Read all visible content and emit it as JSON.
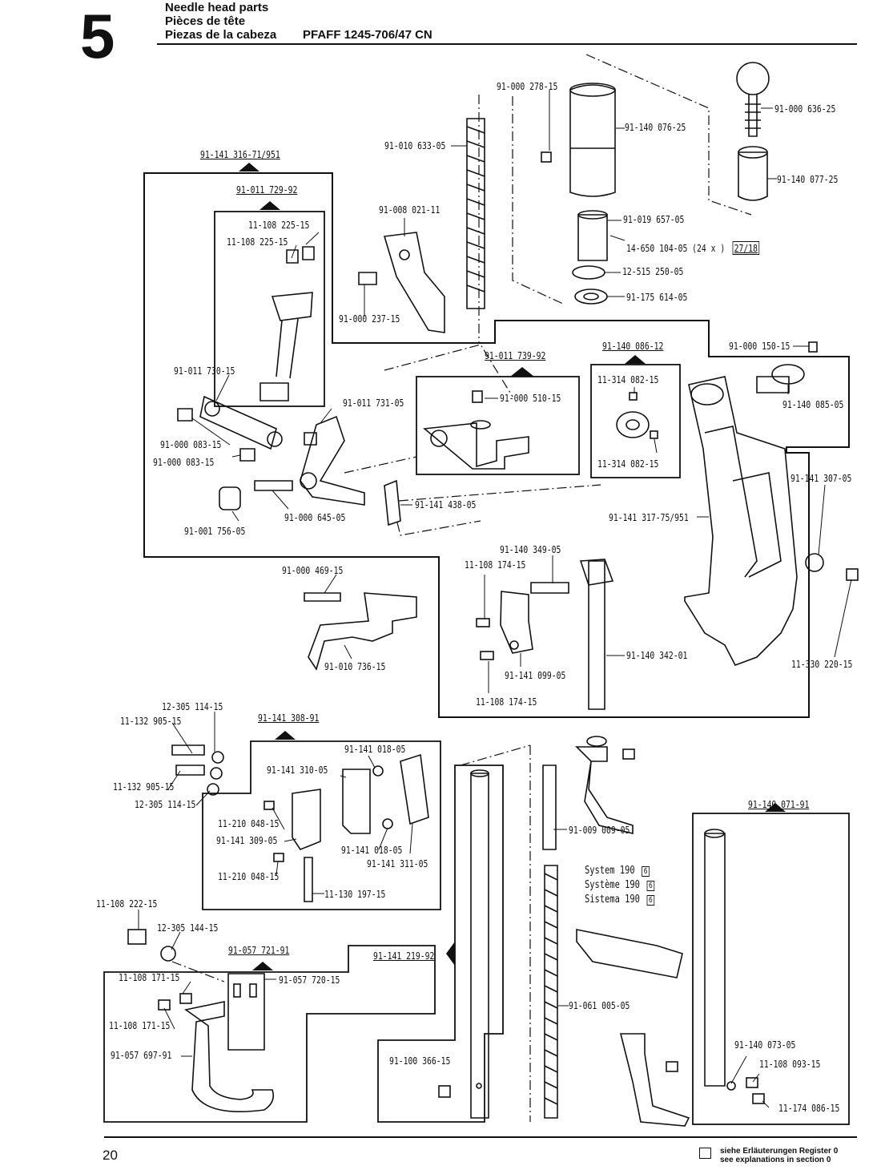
{
  "header": {
    "section_number": "5",
    "title_en": "Needle head parts",
    "title_fr": "Pièces de tête",
    "title_es": "Piezas de la cabeza",
    "model": "PFAFF 1245-706/47 CN"
  },
  "footer": {
    "page_number": "20",
    "note_de": "siehe Erläuterungen Register 0",
    "note_en": "see explanations in section 0"
  },
  "groups": {
    "g1": "91-141 316-71/951",
    "g2": "91-011 729-92",
    "g3": "91-011 739-92",
    "g4": "91-140 086-12",
    "g5": "91-141 308-91",
    "g6": "91-057 721-91",
    "g7": "91-141 219-92",
    "g8": "91-140 071-91"
  },
  "system_note": {
    "lines": [
      {
        "word": "System",
        "num": "190",
        "badge": "6"
      },
      {
        "word": "Système",
        "num": "190",
        "badge": "6"
      },
      {
        "word": "Sistema",
        "num": "190",
        "badge": "6"
      }
    ]
  },
  "parts": {
    "p01": "91-000 278-15",
    "p02": "91-140 076-25",
    "p03": "91-000 636-25",
    "p04": "91-010 633-05",
    "p05": "91-140 077-25",
    "p06": "91-008 021-11",
    "p07": "91-019 657-05",
    "p08": "14-650 104-05 (24 x )",
    "p08_ref": "27/18",
    "p09": "12-515 250-05",
    "p10": "91-175 614-05",
    "p11": "11-108 225-15",
    "p12": "11-108 225-15",
    "p13": "91-000 237-15",
    "p14": "91-000 150-15",
    "p15": "11-314 082-15",
    "p16": "91-140 085-05",
    "p17": "91-011 730-15",
    "p18": "91-000 510-15",
    "p19": "91-011 731-05",
    "p20": "91-000 083-15",
    "p21": "91-000 083-15",
    "p22": "11-314 082-15",
    "p23": "91-141 307-05",
    "p24": "91-141 438-05",
    "p25": "91-001 756-05",
    "p26": "91-000 645-05",
    "p27": "91-141 317-75/951",
    "p28": "91-140 349-05",
    "p29": "11-108 174-15",
    "p30": "91-000 469-15",
    "p31": "91-140 342-01",
    "p32": "91-141 099-05",
    "p33": "91-010 736-15",
    "p34": "11-108 174-15",
    "p35": "11-330 220-15",
    "p36": "12-305 114-15",
    "p37": "11-132 905-15",
    "p38": "91-141 018-05",
    "p39": "91-141 310-05",
    "p40": "11-132 905-15",
    "p41": "12-305 114-15",
    "p42": "11-210 048-15",
    "p43": "91-141 309-05",
    "p44": "91-141 018-05",
    "p45": "91-141 311-05",
    "p46": "11-210 048-15",
    "p47": "11-130 197-15",
    "p48": "91-009 009-05",
    "p49": "11-108 222-15",
    "p50": "12-305 144-15",
    "p51": "11-108 171-15",
    "p52": "91-057 720-15",
    "p53": "11-108 171-15",
    "p54": "91-057 697-91",
    "p55": "91-061 005-05",
    "p56": "91-100 366-15",
    "p57": "91-140 073-05",
    "p58": "11-108 093-15",
    "p59": "11-174 086-15"
  }
}
